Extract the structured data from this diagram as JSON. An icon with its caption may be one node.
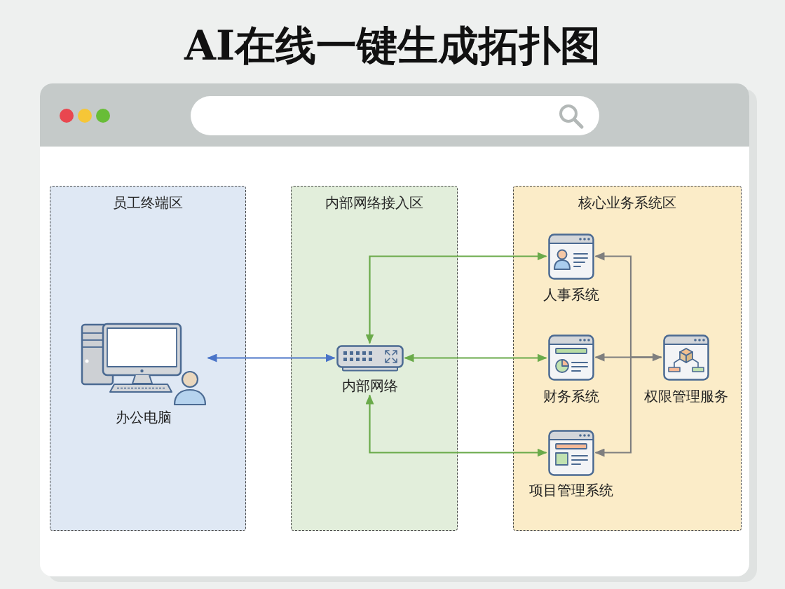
{
  "diagram": {
    "title": "AI在线一键生成拓扑图",
    "nodes": [
      {
        "text": [
          "员工终端区"
        ]
      },
      {
        "text": [
          "办公电脑"
        ],
        "in": 0
      },
      {
        "text": [
          "内部网络接入区"
        ]
      },
      {
        "text": [
          "内部网络"
        ],
        "in": 2
      },
      {
        "text": [
          "核心业务系统区"
        ]
      },
      {
        "text": [
          "人事系统"
        ],
        "in": 4
      },
      {
        "text": [
          "财务系统"
        ],
        "in": 4
      },
      {
        "text": [
          "权限管理服务"
        ],
        "in": 4
      },
      {
        "text": [
          "项目管理系统"
        ],
        "in": 4
      }
    ],
    "edges": [
      {
        "from": 1,
        "to": 3,
        "arrow": "both",
        "color": "#4a74c8"
      },
      {
        "from": 3,
        "to": 5,
        "arrow": "both",
        "color": "#6aaa4a"
      },
      {
        "from": 3,
        "to": 6,
        "arrow": "both",
        "color": "#6aaa4a"
      },
      {
        "from": 3,
        "to": 8,
        "arrow": "both",
        "color": "#6aaa4a"
      },
      {
        "from": 7,
        "to": 5,
        "arrow": "to",
        "color": "#7f7f7f"
      },
      {
        "from": 6,
        "to": 7,
        "arrow": "both",
        "color": "#7f7f7f"
      },
      {
        "from": 7,
        "to": 8,
        "arrow": "to",
        "color": "#7f7f7f"
      }
    ]
  }
}
